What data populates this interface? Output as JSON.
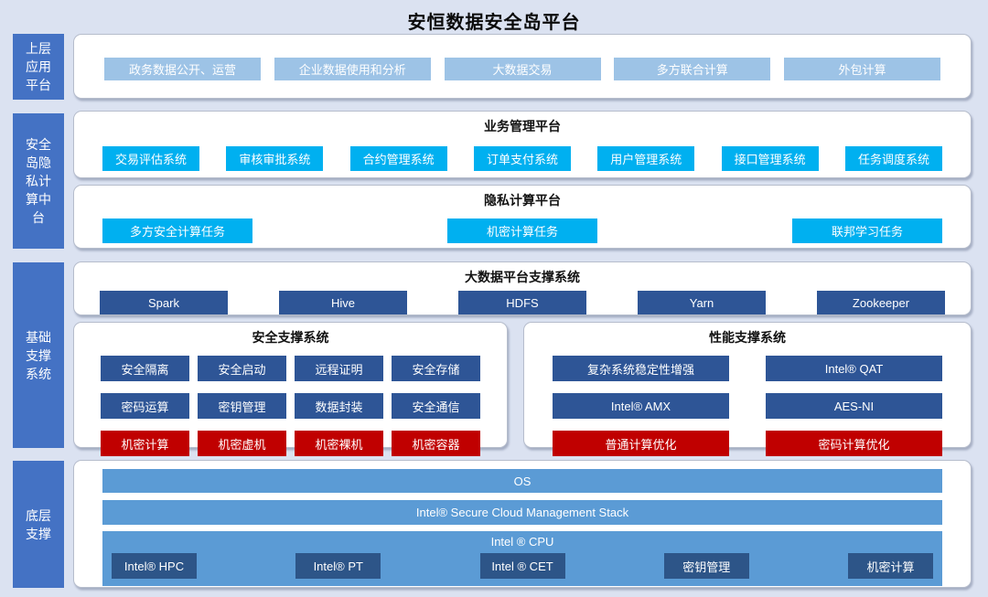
{
  "title": "安恒数据安全岛平台",
  "colors": {
    "background": "#dbe2f1",
    "side_label_blue": "#4472c4",
    "light_blue": "#9dc3e6",
    "cyan": "#00b0f0",
    "navy": "#2e5596",
    "red": "#c00000",
    "medium_blue": "#5b9bd5",
    "cpu_inner_navy": "#2d5588"
  },
  "side_labels": [
    {
      "text": "上层应用平台"
    },
    {
      "text": "安全岛隐私计算中台"
    },
    {
      "text": "基础支撑系统"
    },
    {
      "text": "底层支撑"
    }
  ],
  "upper_apps": {
    "items": [
      "政务数据公开、运营",
      "企业数据使用和分析",
      "大数据交易",
      "多方联合计算",
      "外包计算"
    ]
  },
  "business_platform": {
    "title": "业务管理平台",
    "items": [
      "交易评估系统",
      "审核审批系统",
      "合约管理系统",
      "订单支付系统",
      "用户管理系统",
      "接口管理系统",
      "任务调度系统"
    ]
  },
  "privacy_platform": {
    "title": "隐私计算平台",
    "items": [
      "多方安全计算任务",
      "机密计算任务",
      "联邦学习任务"
    ]
  },
  "bigdata_platform": {
    "title": "大数据平台支撑系统",
    "items": [
      "Spark",
      "Hive",
      "HDFS",
      "Yarn",
      "Zookeeper"
    ]
  },
  "security_support": {
    "title": "安全支撑系统",
    "blue_items": [
      "安全隔离",
      "安全启动",
      "远程证明",
      "安全存储",
      "密码运算",
      "密钥管理",
      "数据封装",
      "安全通信"
    ],
    "red_items": [
      "机密计算",
      "机密虚机",
      "机密裸机",
      "机密容器"
    ]
  },
  "performance_support": {
    "title": "性能支撑系统",
    "blue_items": [
      "复杂系统稳定性增强",
      "Intel® QAT",
      "Intel® AMX",
      "AES-NI"
    ],
    "red_items": [
      "普通计算优化",
      "密码计算优化"
    ]
  },
  "base_layer": {
    "os": "OS",
    "stack": "Intel® Secure Cloud Management Stack",
    "cpu": "Intel ® CPU",
    "cpu_items": [
      "Intel® HPC",
      "Intel® PT",
      "Intel ® CET",
      "密钥管理",
      "机密计算"
    ]
  }
}
